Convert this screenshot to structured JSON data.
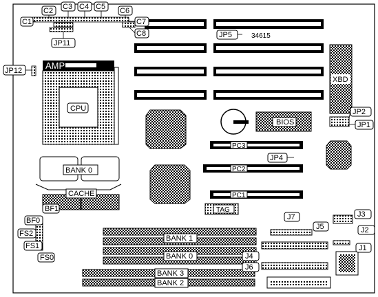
{
  "board": {
    "part_number": "34615",
    "callouts": {
      "c1": "C1",
      "c2": "C2",
      "c3": "C3",
      "c4": "C4",
      "c5": "C5",
      "c6": "C6",
      "c7": "C7",
      "c8": "C8",
      "jp1": "JP1",
      "jp2": "JP2",
      "jp4": "JP4",
      "jp5": "JP5",
      "jp11": "JP11",
      "jp12": "JP12",
      "j1": "J1",
      "j2": "J2",
      "j3": "J3",
      "j4": "J4",
      "j5": "J5",
      "j6": "J6",
      "j7": "J7",
      "bf0": "BF0",
      "bf1": "BF1",
      "fs0": "FS0",
      "fs1": "FS1",
      "fs2": "FS2"
    },
    "components": {
      "amp": "AMP",
      "cpu": "CPU",
      "xbd": "XBD",
      "bios": "BIOS",
      "pc1": "PC1",
      "pc2": "PC2",
      "pc3": "PC3",
      "tag": "TAG",
      "bank0_cache": "BANK 0",
      "cache": "CACHE",
      "bank0": "BANK 0",
      "bank1": "BANK 1",
      "bank2": "BANK 2",
      "bank3": "BANK 3"
    }
  }
}
